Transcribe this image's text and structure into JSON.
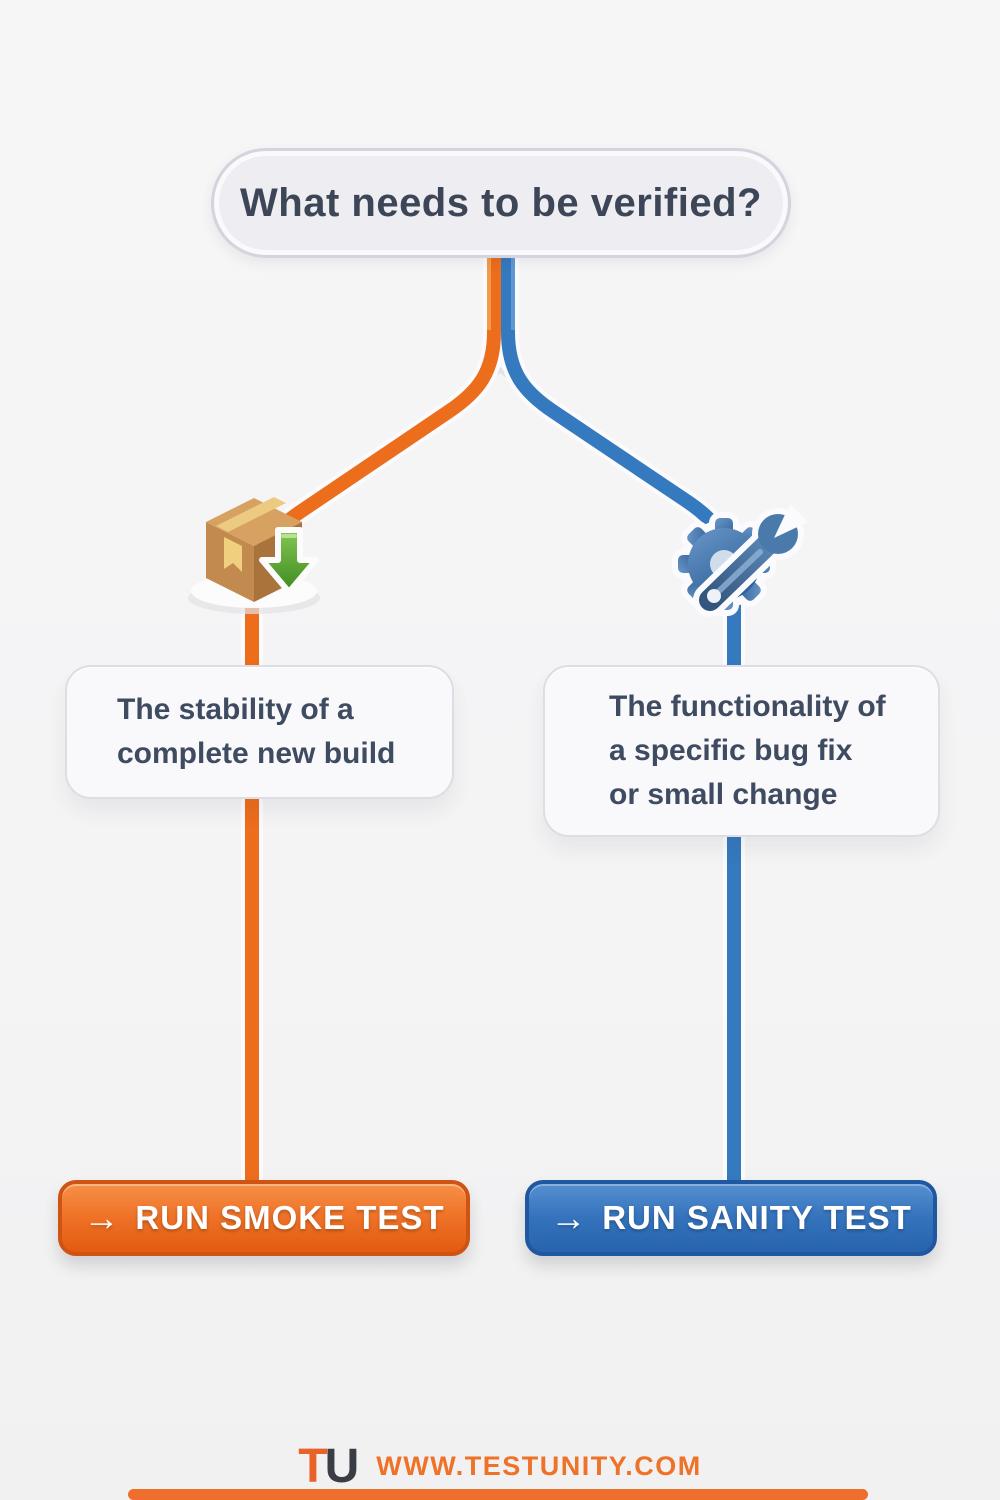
{
  "title": {
    "text": "What needs to be verified?"
  },
  "branches": {
    "left": {
      "icon": "package-box-download-icon",
      "color": "#ee7228",
      "description_lines": [
        "The stability of a",
        "complete new build"
      ],
      "button": {
        "arrow": "→",
        "label": "RUN SMOKE TEST"
      }
    },
    "right": {
      "icon": "gear-wrench-icon",
      "color": "#3579be",
      "description_lines": [
        "The functionality of",
        "a specific bug fix",
        "or small change"
      ],
      "button": {
        "arrow": "→",
        "label": "RUN SANITY TEST"
      }
    }
  },
  "footer": {
    "logo_t": "T",
    "logo_u": "U",
    "website": "WWW.TESTUNITY.COM",
    "accent_bar_color": "#ed6e2d"
  },
  "theme": {
    "background": "#f4f4f5",
    "title_text_color": "#3d4656",
    "box_text_color": "#3e4b61",
    "smoke_orange": "#ee7228",
    "sanity_blue": "#3579be"
  }
}
